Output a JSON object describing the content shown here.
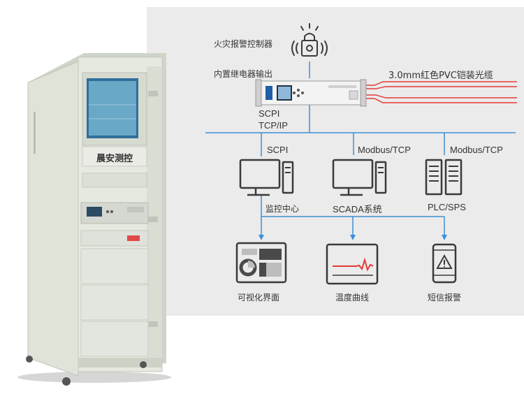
{
  "cabinet": {
    "brand_label": "晨安测控"
  },
  "diagram": {
    "fire_controller_label": "火灾报警控制器",
    "relay_output_label": "内置继电器输出",
    "cable_label": "3.0mm红色PVC铠装光缆",
    "uplink_protocol_label": "SCPI\nTCP/IP",
    "branch_protocols": [
      "SCPI",
      "Modbus/TCP",
      "Modbus/TCP"
    ],
    "devices": [
      {
        "label": "监控中心",
        "icon": "monitor-icon"
      },
      {
        "label": "SCADA系统",
        "icon": "monitor-icon"
      },
      {
        "label": "PLC/SPS",
        "icon": "plc-icon"
      }
    ],
    "outputs": [
      {
        "label": "可视化界面",
        "icon": "dashboard-icon"
      },
      {
        "label": "温度曲线",
        "icon": "temperature-curve-icon"
      },
      {
        "label": "短信报警",
        "icon": "phone-alert-icon"
      }
    ],
    "colors": {
      "line_blue": "#3d8fd6",
      "fiber_red": "#e53935",
      "icon_dark": "#3a3a3a",
      "curve_red": "#e53935"
    }
  }
}
